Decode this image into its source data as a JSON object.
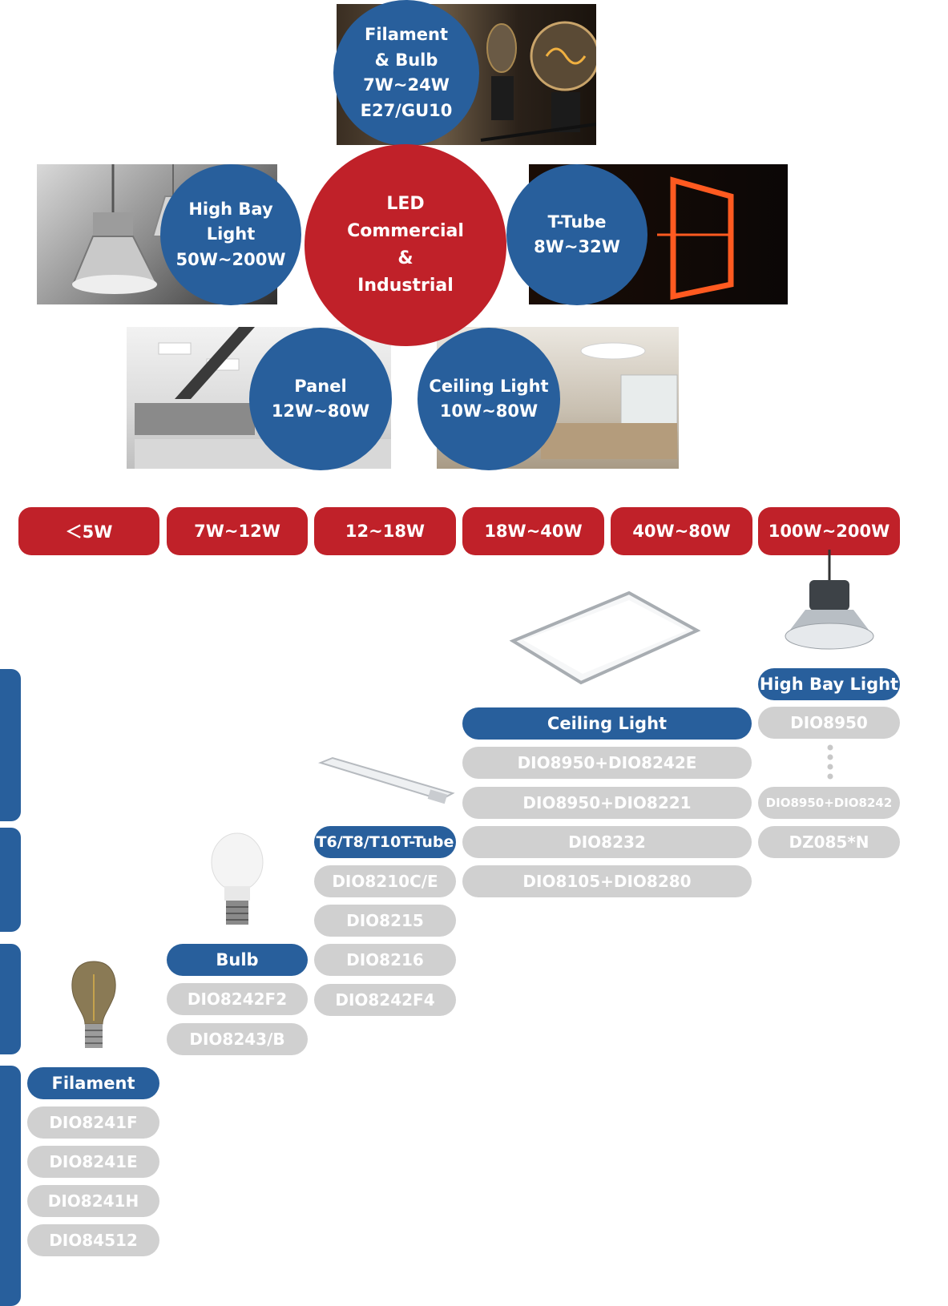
{
  "hub": {
    "center": [
      "LED",
      "Commercial",
      "&",
      "Industrial"
    ],
    "filament_bulb": [
      "Filament",
      "& Bulb",
      "7W~24W",
      "E27/GU10"
    ],
    "high_bay": [
      "High Bay",
      "Light",
      "50W~200W"
    ],
    "t_tube": [
      "T-Tube",
      "8W~32W"
    ],
    "panel": [
      "Panel",
      "12W~80W"
    ],
    "ceiling": [
      "Ceiling Light",
      "10W~80W"
    ]
  },
  "power_ranges": [
    "＜5W",
    "7W~12W",
    "12~18W",
    "18W~40W",
    "40W~80W",
    "100W~200W"
  ],
  "side_tabs": [
    "",
    "",
    "",
    ""
  ],
  "categories": {
    "filament": {
      "title": "Filament",
      "models": [
        "DIO8241F",
        "DIO8241E",
        "DIO8241H",
        "DIO84512"
      ]
    },
    "bulb": {
      "title": "Bulb",
      "models": [
        "DIO8242F2",
        "DIO8243/B"
      ]
    },
    "tube": {
      "title": "T6/T8/T10T-Tube",
      "models": [
        "DIO8210C/E",
        "DIO8215",
        "DIO8216",
        "DIO8242F4"
      ]
    },
    "ceiling": {
      "title": "Ceiling Light",
      "models": [
        "DIO8950+DIO8242E",
        "DIO8950+DIO8221",
        "DIO8232",
        "DIO8105+DIO8280"
      ]
    },
    "highbay": {
      "title": "High Bay Light",
      "models": [
        "DIO8950",
        "DIO8950+DIO8242",
        "DZ085*N"
      ]
    }
  },
  "colors": {
    "blue": "#285f9c",
    "red": "#c02129",
    "grey": "#d0d0d0"
  }
}
